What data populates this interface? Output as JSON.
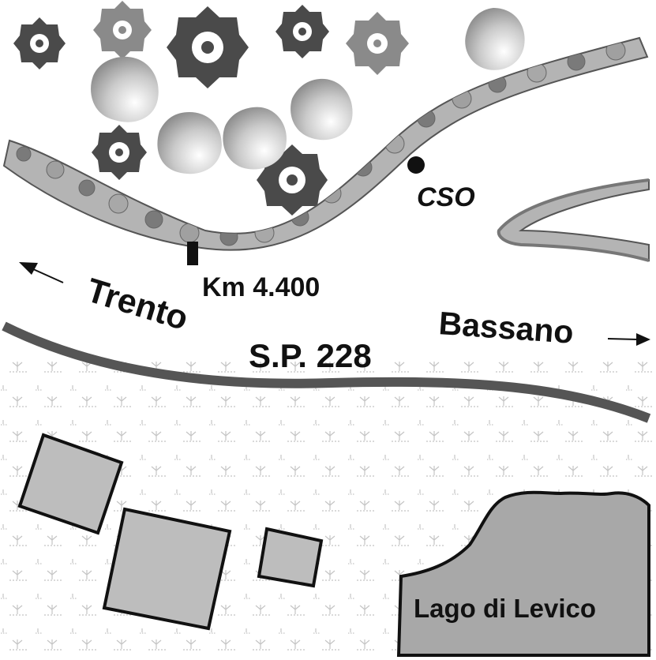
{
  "labels": {
    "trento": "Trento",
    "bassano": "Bassano",
    "road": "S.P. 228",
    "km": "Km 4.400",
    "cso": "CSO",
    "lake": "Lago di Levico"
  },
  "colors": {
    "road": "#555555",
    "stone_light": "#b4b4b4",
    "stone_dark": "#7a7a7a",
    "building_fill": "#bdbdbd",
    "lake_fill": "#a8a8a8",
    "vegetation": "#c8c8c8"
  },
  "icons": {
    "trees": "tree-icon",
    "buildings": "building-icon",
    "arrows": "arrow-icon",
    "point": "point-icon"
  }
}
